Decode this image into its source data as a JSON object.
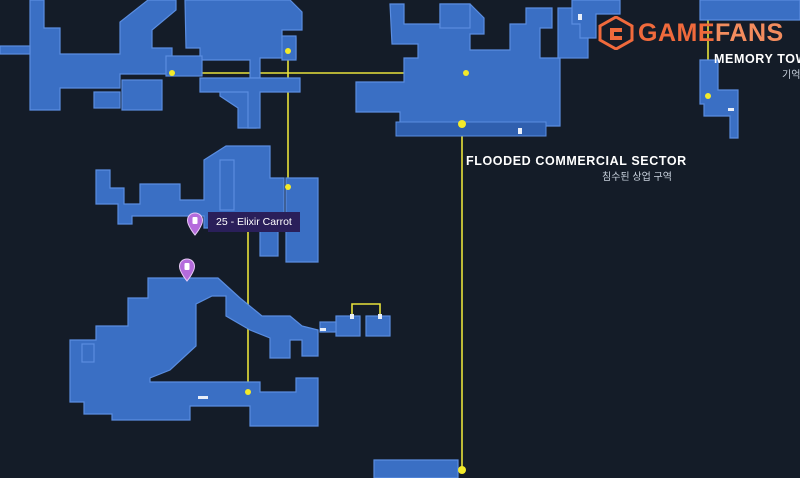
{
  "map": {
    "areas": [
      {
        "id": "flooded-commercial-sector",
        "name": "FLOODED COMMERCIAL SECTOR",
        "name_local": "침수된 상업 구역"
      },
      {
        "id": "memory-tower",
        "name": "MEMORY TOW",
        "name_local": "기억"
      }
    ],
    "markers": [
      {
        "id": "marker-25",
        "label": "25 - Elixir Carrot",
        "color": "#b46bdc",
        "icon": "location-pin-icon"
      },
      {
        "id": "marker-unlabeled",
        "label": "",
        "color": "#b46bdc",
        "icon": "location-pin-icon"
      }
    ]
  },
  "branding": {
    "logo_part1": "GAME",
    "logo_part2": "FANS",
    "colors": {
      "primary": "#f06a3c",
      "secondary": "#f28c5e"
    }
  },
  "colors": {
    "background": "#141c28",
    "room_fill": "#3a6fc4",
    "connector": "#e8e23a",
    "tooltip": "#2a1f5a"
  }
}
